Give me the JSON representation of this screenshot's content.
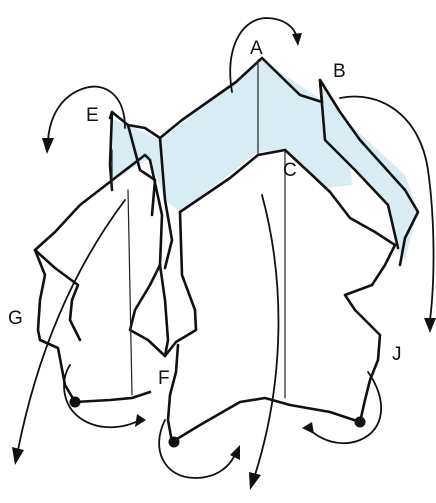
{
  "labels": {
    "a": "A",
    "b": "B",
    "c": "C",
    "e": "E",
    "f": "F",
    "g": "G",
    "j": "J"
  },
  "colors": {
    "shaded_face": "#d9ecf4",
    "line": "#111111"
  }
}
